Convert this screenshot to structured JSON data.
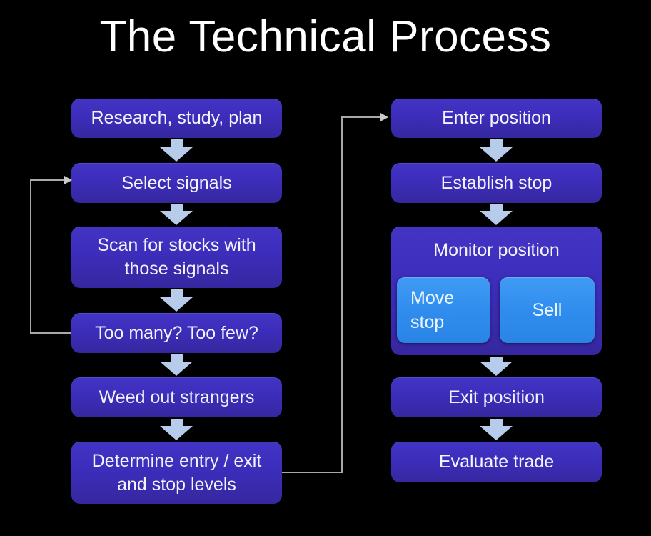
{
  "slide": {
    "title": "The Technical Process",
    "background_color": "#000000",
    "title_color": "#FFFFFF",
    "box_color": "#3C2DBB",
    "subbox_color": "#2F8CED",
    "arrow_color": "#B7CBEB",
    "connector_color": "#A9A9A9"
  },
  "left_column": {
    "steps": [
      {
        "label": "Research, study, plan"
      },
      {
        "label": "Select signals"
      },
      {
        "label": "Scan for stocks with those signals"
      },
      {
        "label": "Too many?  Too few?"
      },
      {
        "label": "Weed out strangers"
      },
      {
        "label": "Determine entry / exit and stop levels"
      }
    ]
  },
  "right_column": {
    "steps": [
      {
        "label": "Enter position"
      },
      {
        "label": "Establish stop"
      },
      {
        "label": "Monitor position"
      },
      {
        "label": "Exit position"
      },
      {
        "label": "Evaluate trade"
      }
    ],
    "monitor_actions": [
      {
        "label": "Move stop"
      },
      {
        "label": "Sell"
      }
    ]
  }
}
